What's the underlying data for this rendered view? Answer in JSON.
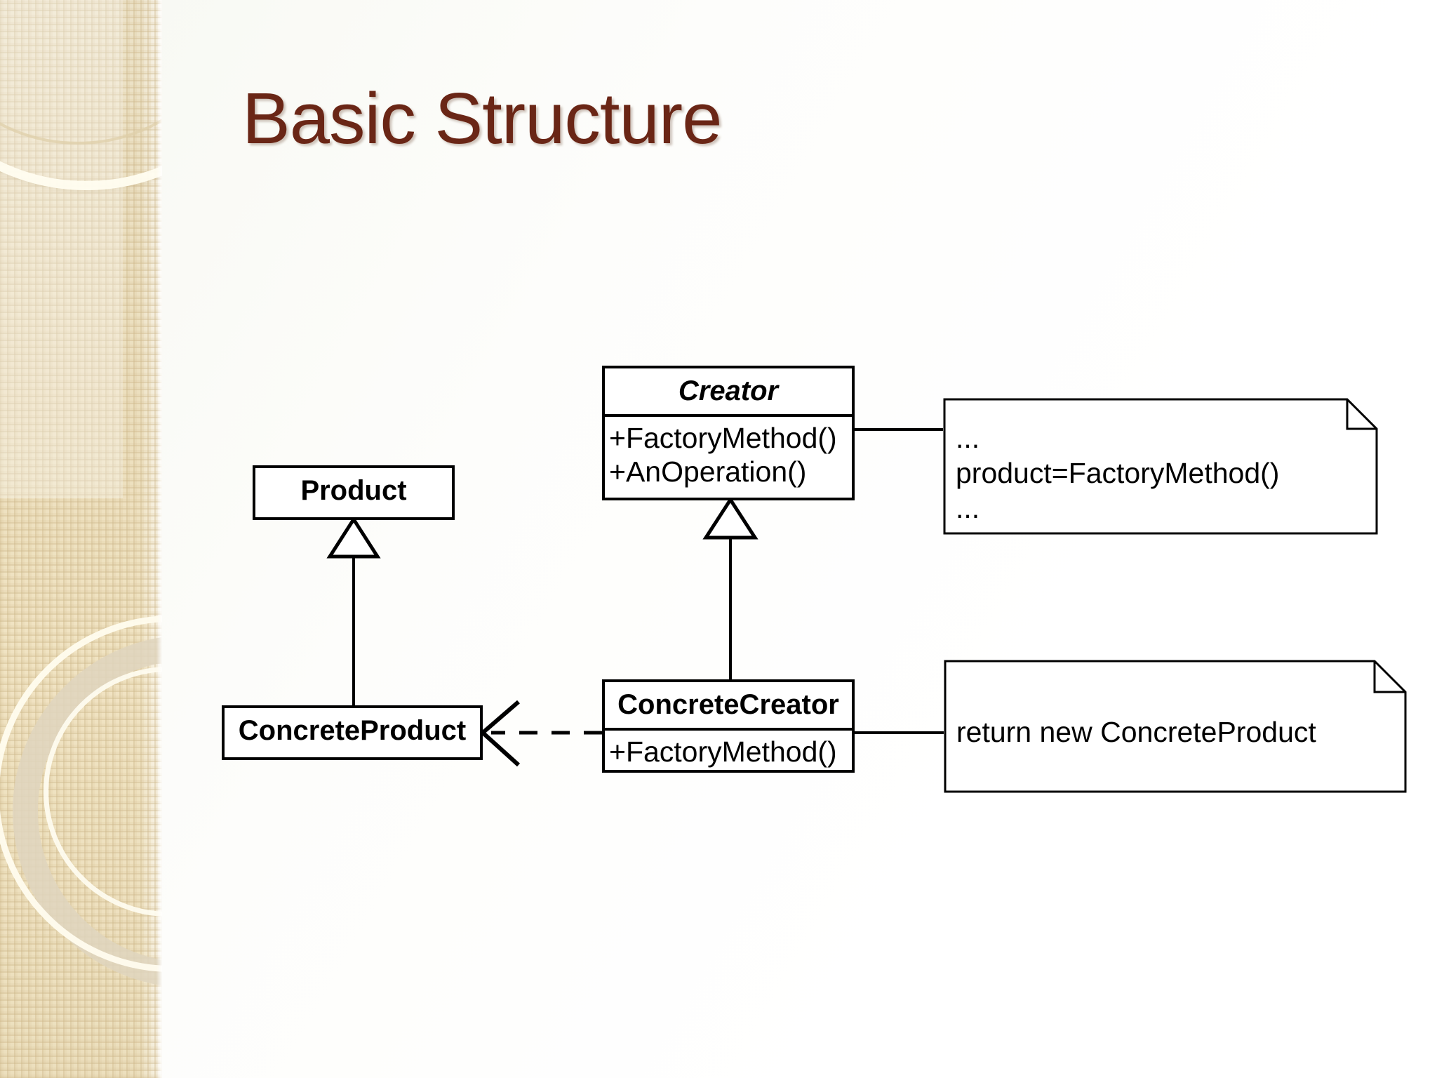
{
  "slide": {
    "title": "Basic Structure",
    "title_color": "#6A2616",
    "background_color": "#FFFFFF",
    "sidebar_color": "#ECDFBE"
  },
  "diagram": {
    "type": "uml-class-diagram",
    "classes": [
      {
        "id": "product",
        "name": "Product",
        "abstract": false,
        "operations": []
      },
      {
        "id": "creator",
        "name": "Creator",
        "abstract": true,
        "operations": [
          "+FactoryMethod()",
          "+AnOperation()"
        ]
      },
      {
        "id": "concrete-product",
        "name": "ConcreteProduct",
        "abstract": false,
        "operations": []
      },
      {
        "id": "concrete-creator",
        "name": "ConcreteCreator",
        "abstract": false,
        "operations": [
          "+FactoryMethod()"
        ]
      }
    ],
    "notes": [
      {
        "id": "creator-note",
        "attached_to": "creator",
        "lines": [
          "...",
          "product=FactoryMethod()",
          "..."
        ]
      },
      {
        "id": "concrete-creator-note",
        "attached_to": "concrete-creator",
        "lines": [
          "return new ConcreteProduct"
        ]
      }
    ],
    "relationships": [
      {
        "id": "rel-product-generalization",
        "kind": "generalization",
        "from": "concrete-product",
        "to": "product",
        "style": "solid",
        "arrowhead": "hollow-triangle"
      },
      {
        "id": "rel-creator-generalization",
        "kind": "generalization",
        "from": "concrete-creator",
        "to": "creator",
        "style": "solid",
        "arrowhead": "hollow-triangle"
      },
      {
        "id": "rel-dependency",
        "kind": "dependency",
        "from": "concrete-creator",
        "to": "concrete-product",
        "style": "dashed",
        "arrowhead": "open-v"
      },
      {
        "id": "rel-creator-note-anchor",
        "kind": "note-anchor",
        "from": "creator",
        "to": "creator-note",
        "style": "solid",
        "arrowhead": "none"
      },
      {
        "id": "rel-concrete-creator-note-anchor",
        "kind": "note-anchor",
        "from": "concrete-creator",
        "to": "concrete-creator-note",
        "style": "solid",
        "arrowhead": "none"
      }
    ]
  }
}
